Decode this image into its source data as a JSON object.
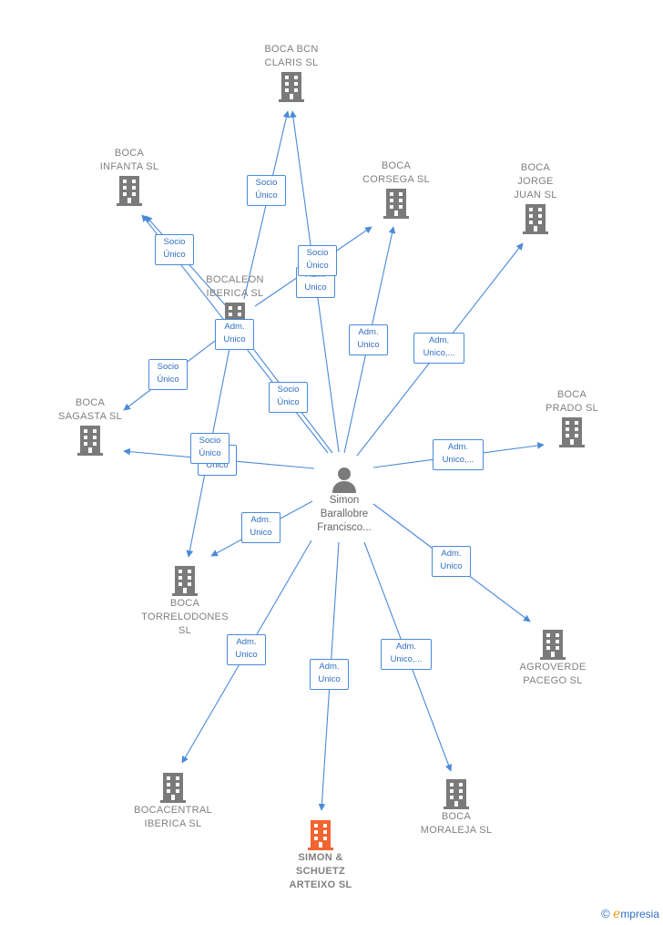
{
  "person": {
    "name": "Simon\nBarallobre\nFrancisco..."
  },
  "companies": [
    {
      "id": "boca_bcn_claris",
      "name": "BOCA BCN\nCLARIS  SL"
    },
    {
      "id": "boca_infanta",
      "name": "BOCA\nINFANTA  SL"
    },
    {
      "id": "boca_corsega",
      "name": "BOCA\nCORSEGA  SL"
    },
    {
      "id": "boca_jorge_juan",
      "name": "BOCA\nJORGE\nJUAN  SL"
    },
    {
      "id": "bocaleon_iberica",
      "name": "BOCALEON\nIBERICA SL"
    },
    {
      "id": "boca_sagasta",
      "name": "BOCA\nSAGASTA  SL"
    },
    {
      "id": "boca_prado",
      "name": "BOCA\nPRADO  SL"
    },
    {
      "id": "boca_torrelodones",
      "name": "BOCA\nTORRELODONES\nSL"
    },
    {
      "id": "agroverde_pacego",
      "name": "AGROVERDE\nPACEGO SL"
    },
    {
      "id": "bocacentral_iberica",
      "name": "BOCACENTRAL\nIBERICA SL"
    },
    {
      "id": "simon_schuetz",
      "name": "SIMON &\nSCHUETZ\nARTEIXO  SL"
    },
    {
      "id": "boca_moraleja",
      "name": "BOCA\nMORALEJA  SL"
    }
  ],
  "edge_labels": [
    {
      "id": "l1",
      "text": "Socio\nÚnico"
    },
    {
      "id": "l2",
      "text": "Socio\nÚnico"
    },
    {
      "id": "l3",
      "text": "Adm.\nUnico"
    },
    {
      "id": "l4",
      "text": "Socio\nÚnico"
    },
    {
      "id": "l5",
      "text": "Adm.\nUnico"
    },
    {
      "id": "l6",
      "text": "Adm.\nUnico"
    },
    {
      "id": "l7",
      "text": "Adm.\nUnico,..."
    },
    {
      "id": "l8",
      "text": "Socio\nÚnico"
    },
    {
      "id": "l9",
      "text": "Socio\nÚnico"
    },
    {
      "id": "l10",
      "text": "Adm.\nUnico"
    },
    {
      "id": "l11",
      "text": "Socio\nÚnico"
    },
    {
      "id": "l12",
      "text": "Adm.\nUnico,..."
    },
    {
      "id": "l13",
      "text": "Adm.\nUnico"
    },
    {
      "id": "l14",
      "text": "Adm.\nUnico"
    },
    {
      "id": "l15",
      "text": "Adm.\nUnico"
    },
    {
      "id": "l16",
      "text": "Adm.\nUnico"
    },
    {
      "id": "l17",
      "text": "Adm.\nUnico,..."
    }
  ],
  "footer": {
    "copyright": "©",
    "brand_initial": "e",
    "brand_rest": "mpresia"
  },
  "colors": {
    "edge": "#4a8ad8",
    "building": "#7a7a7a",
    "focus_building": "#f26430",
    "person": "#7a7a7a"
  }
}
